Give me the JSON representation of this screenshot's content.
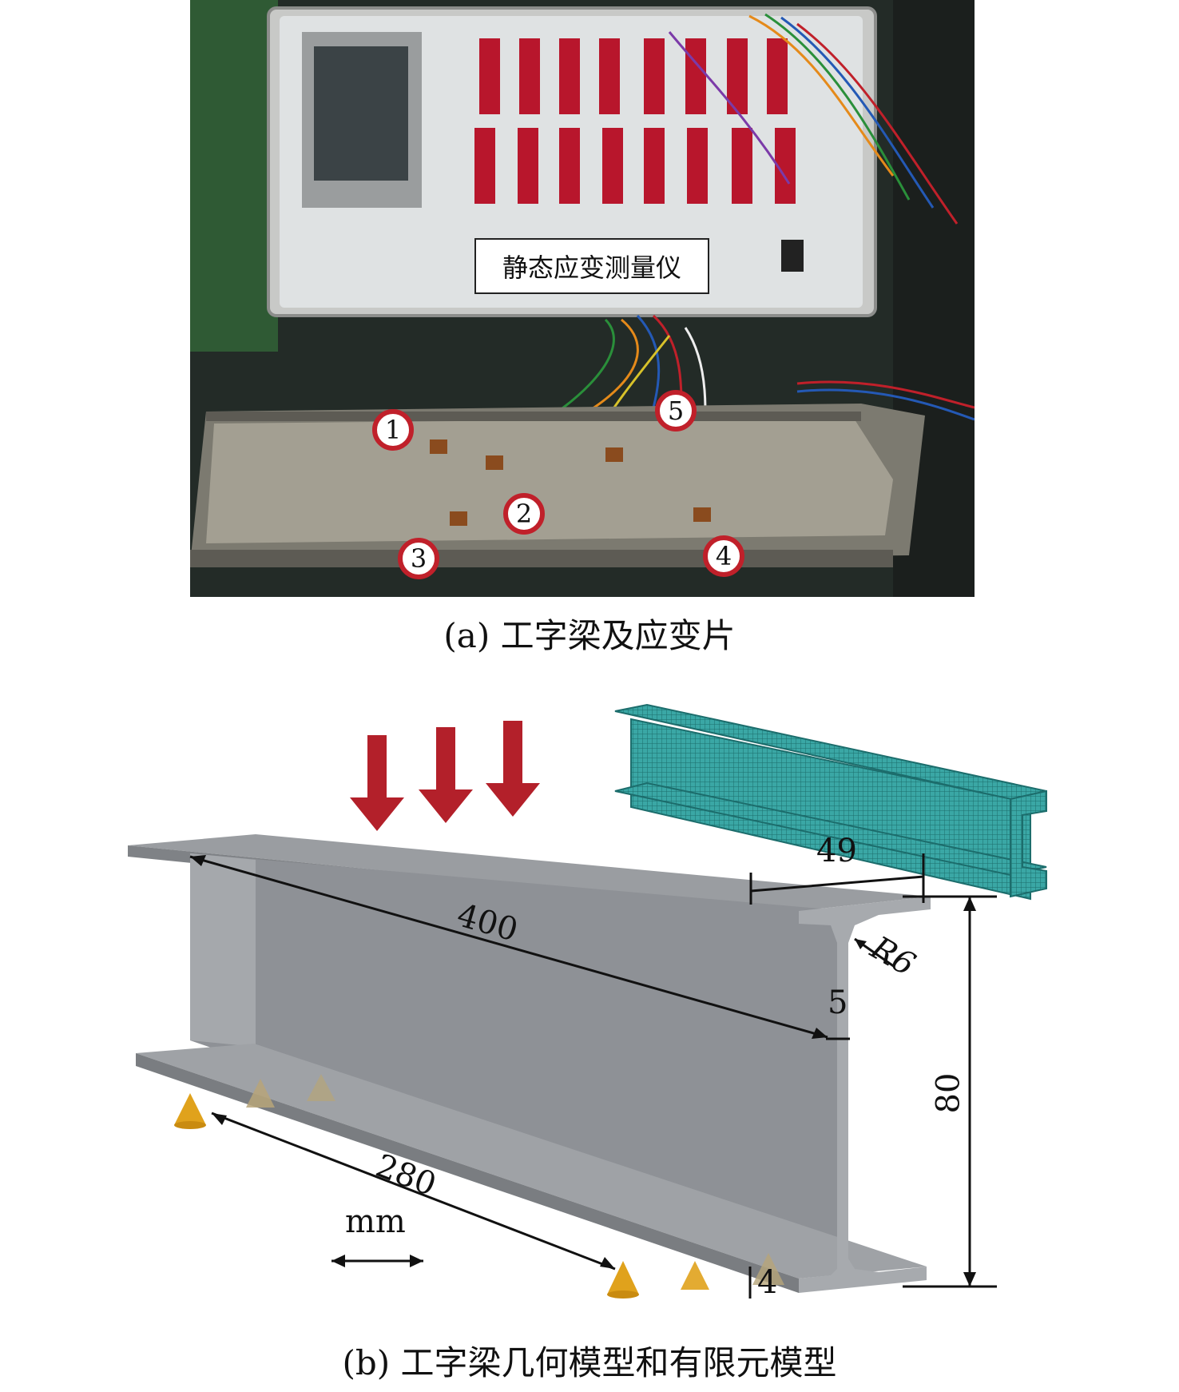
{
  "panel_a": {
    "device_label": "静态应变测量仪",
    "markers": [
      "1",
      "2",
      "3",
      "4",
      "5"
    ],
    "caption": "(a) 工字梁及应变片"
  },
  "panel_b": {
    "dimensions": {
      "length": "400",
      "span": "280",
      "flange_width": "49",
      "height": "80",
      "web": "5",
      "radius": "R6",
      "flange_thickness": "4"
    },
    "unit": "mm",
    "caption": "(b) 工字梁几何模型和有限元模型"
  },
  "colors": {
    "marker_ring": "#c0202a",
    "load_arrow": "#b3202a",
    "beam": "#8e9196",
    "fe_mesh": "#3aa7a5",
    "support": "#e0a21c"
  }
}
